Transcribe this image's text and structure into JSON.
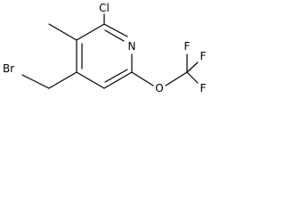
{
  "molecule": {
    "atoms": {
      "chlorine": "Cl",
      "nitrogen": "N",
      "bromine": "Br",
      "oxygen": "O",
      "fluorine_top": "F",
      "fluorine_left": "F",
      "fluorine_bottom": "F"
    }
  }
}
